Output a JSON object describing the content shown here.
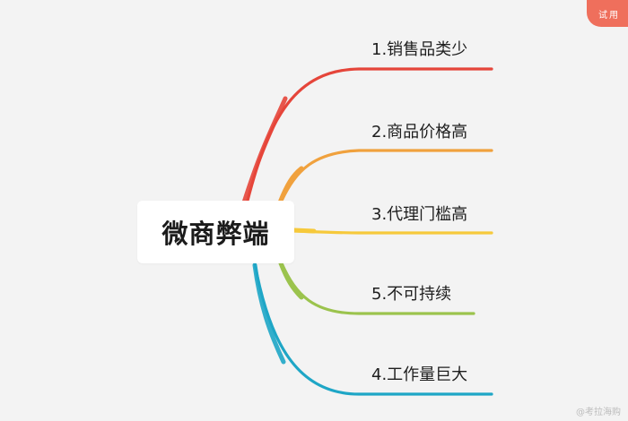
{
  "diagram": {
    "center_label": "微商弊端",
    "branches": [
      {
        "label": "1.销售品类少",
        "color": "#e5453a"
      },
      {
        "label": "2.商品价格高",
        "color": "#f0a13d"
      },
      {
        "label": "3.代理门槛高",
        "color": "#f6c93b"
      },
      {
        "label": "5.不可持续",
        "color": "#9bc34d"
      },
      {
        "label": "4.工作量巨大",
        "color": "#1ea6c6"
      }
    ]
  },
  "badge": {
    "label": "试用"
  },
  "watermark": {
    "text": "@考拉海购"
  }
}
